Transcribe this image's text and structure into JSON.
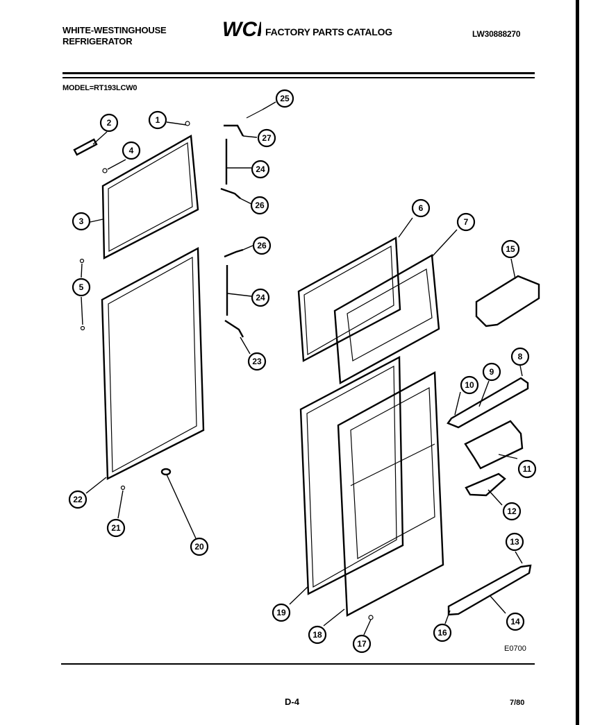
{
  "header": {
    "brand_line1": "WHITE-WESTINGHOUSE",
    "brand_line2": "REFRIGERATOR",
    "logo_text": "WCI",
    "catalog_title": "FACTORY PARTS CATALOG",
    "document_number": "LW30888270"
  },
  "model_label": "MODEL=RT193LCW0",
  "callouts": [
    "1",
    "2",
    "3",
    "4",
    "5",
    "6",
    "7",
    "8",
    "9",
    "10",
    "11",
    "12",
    "13",
    "14",
    "15",
    "16",
    "16",
    "17",
    "18",
    "19",
    "20",
    "21",
    "22",
    "23",
    "24",
    "24",
    "25",
    "26",
    "26",
    "27"
  ],
  "diagram_code": "E0700",
  "footer": {
    "page": "D-4",
    "date": "7/80"
  }
}
